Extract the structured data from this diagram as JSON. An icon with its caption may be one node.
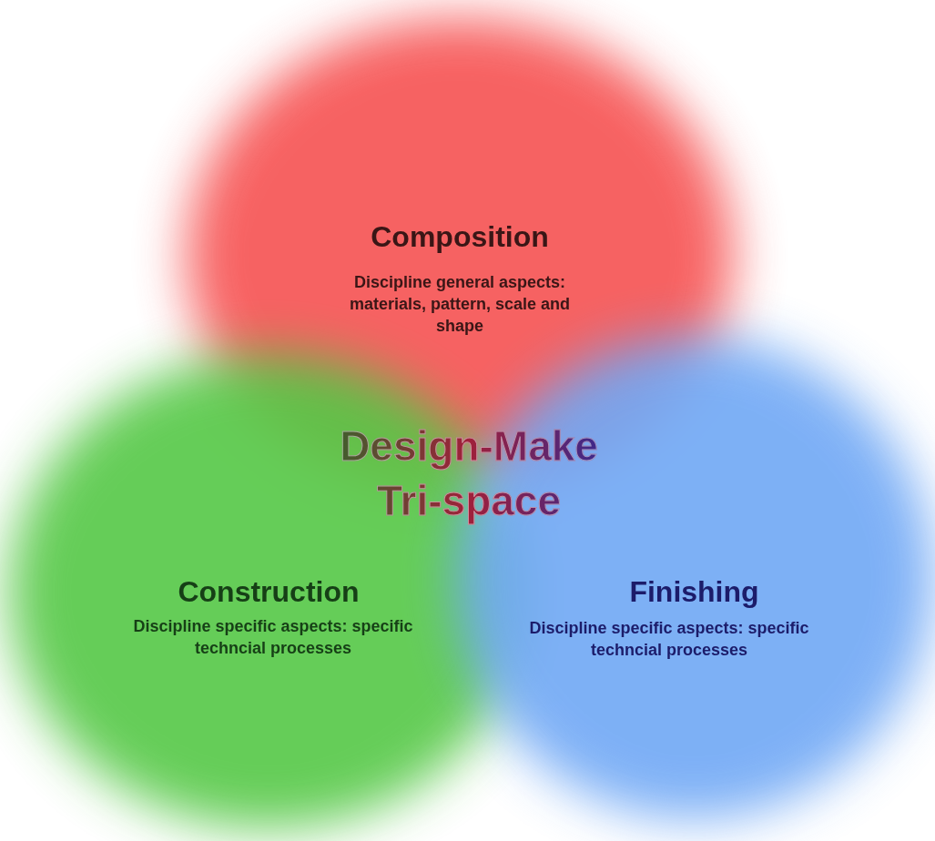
{
  "diagram": {
    "title": "Design-Make Tri-space",
    "nodes": [
      {
        "text": [
          "Composition",
          "Discipline general aspects: materials, pattern, scale and shape"
        ]
      },
      {
        "text": [
          "Construction",
          "Discipline specific aspects: specific techncial processes"
        ]
      },
      {
        "text": [
          "Finishing",
          "Discipline specific aspects: specific techncial processes"
        ]
      }
    ]
  }
}
